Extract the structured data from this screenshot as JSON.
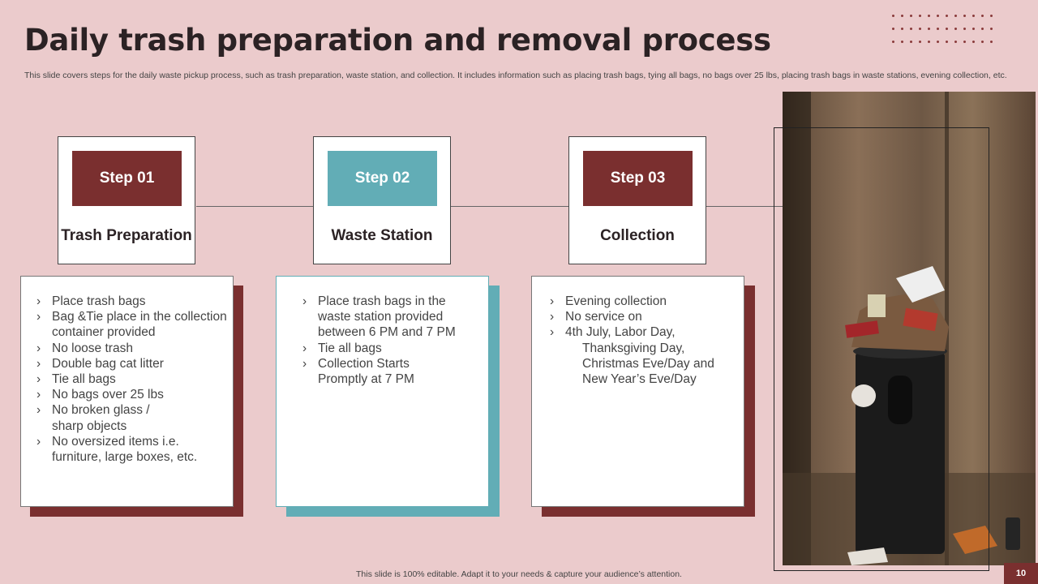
{
  "slide": {
    "title": "Daily trash preparation and removal process",
    "subtitle": "This slide covers steps for the daily waste pickup process, such as trash preparation, waste station, and collection. It includes information such as placing trash bags, tying all bags, no bags over 25 lbs, placing trash bags in waste stations, evening collection, etc.",
    "footer": "This slide is 100% editable. Adapt it to your needs & capture your audience’s attention.",
    "page_number": "10"
  },
  "colors": {
    "background": "#ebcbcc",
    "maroon": "#7a2f2f",
    "teal": "#62adb6"
  },
  "steps": [
    {
      "badge": "Step 01",
      "name": "Trash Preparation",
      "items": [
        "Place trash bags",
        "Bag &Tie place in the collection container provided",
        "No loose trash",
        "Double bag cat litter",
        "Tie all bags",
        "No bags over 25 lbs",
        "No broken glass / sharp objects",
        "No oversized items i.e. furniture,  large boxes, etc."
      ]
    },
    {
      "badge": "Step 02",
      "name": "Waste Station",
      "items": [
        "Place trash bags in the waste station provided between 6 PM and 7 PM",
        "Tie all bags",
        "Collection Starts Promptly at 7 PM"
      ]
    },
    {
      "badge": "Step 03",
      "name": "Collection",
      "items": [
        "Evening collection",
        "No service on",
        "4th July,  Labor Day,",
        "Thanksgiving  Day,",
        "Christmas Eve/Day and",
        "New Year’s Eve/Day"
      ]
    }
  ],
  "photo": {
    "icon": "overflowing-trash-can-photo"
  }
}
